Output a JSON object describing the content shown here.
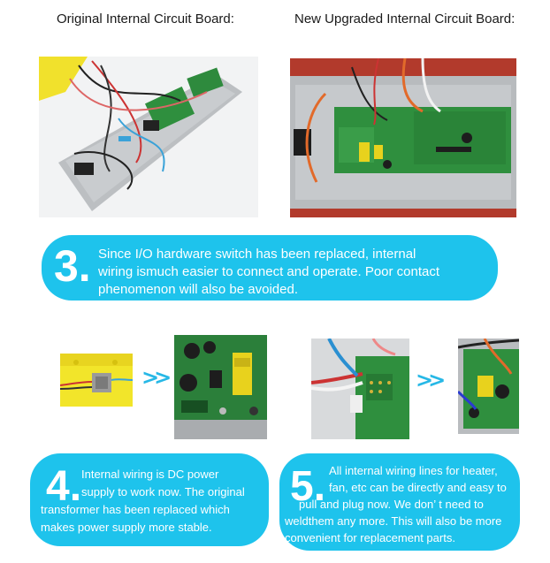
{
  "headings": {
    "original": "Original Internal Circuit Board:",
    "upgraded": "New Upgraded Internal Circuit Board:"
  },
  "section3": {
    "number": "3.",
    "lines": [
      "Since I/O hardware switch has been replaced, internal",
      "wiring ismuch easier to connect and operate. Poor contact",
      "phenomenon will also be avoided."
    ]
  },
  "section4": {
    "number": "4.",
    "lines": [
      "Internal wiring is DC power",
      "supply to work now. The original",
      "transformer has been replaced which",
      "makes power supply more stable."
    ]
  },
  "section5": {
    "number": "5.",
    "lines": [
      "All internal wiring lines for heater,",
      "fan, etc can be directly and easy to",
      "pull and plug now. We don’   t need to",
      "weldthem any more. This will also be more",
      "convenient for replacement parts."
    ]
  },
  "arrows": {
    "glyph": ">>"
  },
  "colors": {
    "bubble": "#1ec3ec",
    "arrow": "#27b8e6",
    "pcb_green": "#2f8f3e",
    "housing_gray": "#b9bcbf",
    "yellow_housing": "#f2e52a"
  },
  "photos": {
    "original_board": "photo-original-circuit-board",
    "upgraded_board": "photo-upgraded-circuit-board",
    "old_transformer": "photo-old-transformer",
    "new_power_board": "photo-new-power-board",
    "old_wiring": "photo-old-wiring",
    "new_plug_wiring": "photo-new-plug-wiring"
  }
}
